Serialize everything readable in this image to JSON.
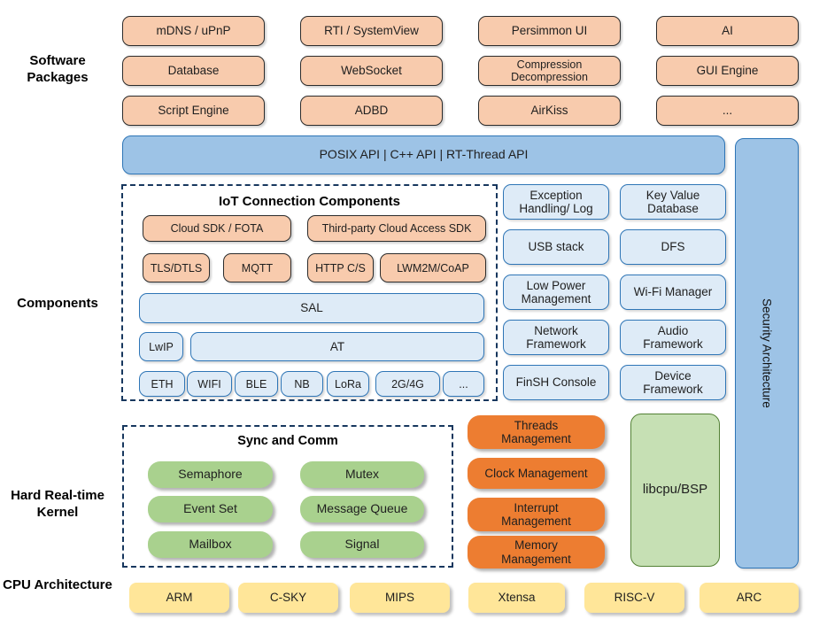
{
  "side_labels": {
    "software_packages": {
      "line1": "Software",
      "line2": "Packages"
    },
    "components": {
      "line1": "Components",
      "line2": ""
    },
    "kernel": {
      "line1": "Hard Real-time",
      "line2": "Kernel"
    },
    "cpu": {
      "line1": "CPU",
      "line2": "Architecture"
    }
  },
  "software_packages": {
    "rows": [
      [
        "mDNS / uPnP",
        "RTI / SystemView",
        "Persimmon UI",
        "AI"
      ],
      [
        "Database",
        "WebSocket",
        "Compression Decompression",
        "GUI Engine"
      ],
      [
        "Script Engine",
        "ADBD",
        "AirKiss",
        "..."
      ]
    ]
  },
  "api_bar": {
    "label": "POSIX API  |  C++ API  |  RT-Thread API"
  },
  "security_bar": {
    "label": "Security Architecture"
  },
  "iot": {
    "title": "IoT Connection Components",
    "row1": [
      "Cloud SDK / FOTA",
      "Third-party Cloud Access SDK"
    ],
    "row2": [
      "TLS/DTLS",
      "MQTT",
      "HTTP C/S",
      "LWM2M/CoAP"
    ],
    "sal": "SAL",
    "lwip": "LwIP",
    "at": "AT",
    "devices": [
      "ETH",
      "WIFI",
      "BLE",
      "NB",
      "LoRa",
      "2G/4G",
      "..."
    ]
  },
  "components_right": [
    {
      "l1": "Exception",
      "l2": "Handling/ Log"
    },
    {
      "l1": "Key Value",
      "l2": "Database"
    },
    {
      "l1": "USB stack",
      "l2": ""
    },
    {
      "l1": "DFS",
      "l2": ""
    },
    {
      "l1": "Low Power",
      "l2": "Management"
    },
    {
      "l1": "Wi-Fi Manager",
      "l2": ""
    },
    {
      "l1": "Network",
      "l2": "Framework"
    },
    {
      "l1": "Audio",
      "l2": "Framework"
    },
    {
      "l1": "FinSH Console",
      "l2": ""
    },
    {
      "l1": "Device",
      "l2": "Framework"
    }
  ],
  "kernel": {
    "sync_title": "Sync and Comm",
    "sync_items": [
      "Semaphore",
      "Mutex",
      "Event Set",
      "Message Queue",
      "Mailbox",
      "Signal"
    ],
    "mgmt": [
      {
        "l1": "Threads",
        "l2": "Management"
      },
      {
        "l1": "Clock Management",
        "l2": ""
      },
      {
        "l1": "Interrupt",
        "l2": "Management"
      },
      {
        "l1": "Memory",
        "l2": "Management"
      }
    ],
    "libcpu": "libcpu/BSP"
  },
  "cpu": {
    "items": [
      "ARM",
      "C-SKY",
      "MIPS",
      "Xtensa",
      "RISC-V",
      "ARC"
    ]
  },
  "colors": {
    "package_peach": "#F8CBAD",
    "api_blue": "#9DC3E6",
    "component_light_blue": "#DEEBF7",
    "blue_border": "#2E75B6",
    "sync_green": "#A9D18E",
    "kernel_orange": "#ED7D31",
    "libcpu_light_green": "#C6E0B4",
    "cpu_yellow": "#FFE699",
    "dashed_border_navy": "#17375E"
  }
}
